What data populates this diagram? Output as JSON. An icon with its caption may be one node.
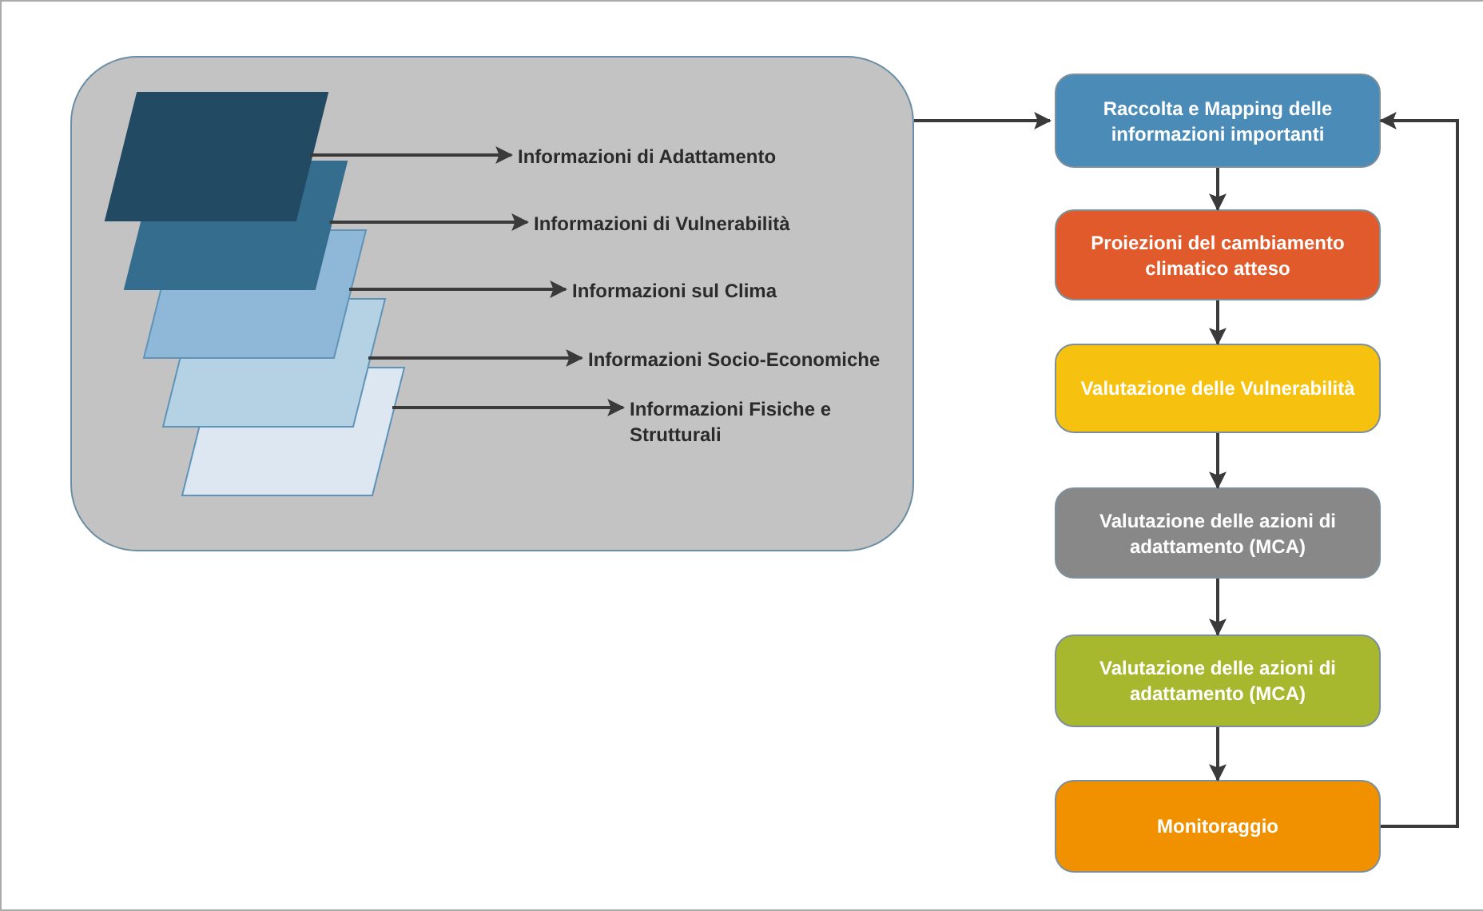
{
  "diagram": {
    "nodes": [
      {
        "text": [],
        "shape": "box"
      },
      {
        "text": [],
        "shape": "parallelogram",
        "in": 0
      },
      {
        "text": [],
        "shape": "parallelogram",
        "in": 0
      },
      {
        "text": [],
        "shape": "parallelogram",
        "in": 0
      },
      {
        "text": [],
        "shape": "parallelogram",
        "in": 0
      },
      {
        "text": [],
        "shape": "parallelogram",
        "in": 0
      },
      {
        "text": [
          "Informazioni di Adattamento"
        ],
        "in": 0
      },
      {
        "text": [
          "Informazioni di Vulnerabilità"
        ],
        "in": 0
      },
      {
        "text": [
          "Informazioni sul Clima"
        ],
        "in": 0
      },
      {
        "text": [
          "Informazioni Socio-Economiche"
        ],
        "in": 0
      },
      {
        "text": [
          "Informazioni Fisiche e Strutturali"
        ],
        "in": 0
      },
      {
        "text": [
          "Raccolta e Mapping delle informazioni importanti"
        ]
      },
      {
        "text": [
          "Proiezioni del cambiamento climatico atteso"
        ]
      },
      {
        "text": [
          "Valutazione delle Vulnerabilità"
        ]
      },
      {
        "text": [
          "Valutazione delle azioni di adattamento (MCA)"
        ]
      },
      {
        "text": [
          "Valutazione delle azioni di adattamento (MCA)"
        ]
      },
      {
        "text": [
          "Monitoraggio"
        ]
      }
    ],
    "edges": [
      {
        "from": 1,
        "to": 6,
        "arrow": "to"
      },
      {
        "from": 2,
        "to": 7,
        "arrow": "to"
      },
      {
        "from": 3,
        "to": 8,
        "arrow": "to"
      },
      {
        "from": 4,
        "to": 9,
        "arrow": "to"
      },
      {
        "from": 5,
        "to": 10,
        "arrow": "to"
      },
      {
        "from": 0,
        "to": 11,
        "arrow": "to"
      },
      {
        "from": 11,
        "to": 12,
        "arrow": "to"
      },
      {
        "from": 12,
        "to": 13,
        "arrow": "to"
      },
      {
        "from": 13,
        "to": 14,
        "arrow": "to"
      },
      {
        "from": 14,
        "to": 15,
        "arrow": "to"
      },
      {
        "from": 15,
        "to": 16,
        "arrow": "to"
      },
      {
        "from": 16,
        "to": 11,
        "arrow": "to"
      }
    ]
  }
}
